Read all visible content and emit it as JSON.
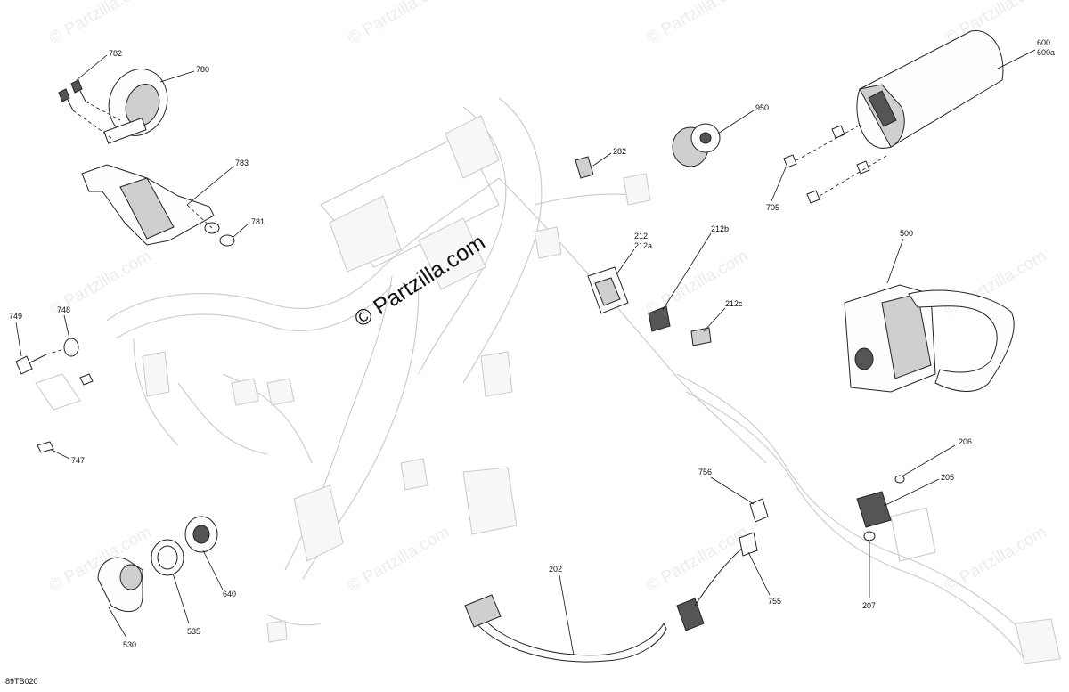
{
  "watermarks": {
    "center": "© Partzilla.com",
    "repeat": "© Partzilla.com"
  },
  "reference_code": "89TB020",
  "callouts": {
    "c782": "782",
    "c780": "780",
    "c783": "783",
    "c781": "781",
    "c749": "749",
    "c748": "748",
    "c747": "747",
    "c282": "282",
    "c950": "950",
    "c600": "600",
    "c600a": "600a",
    "c705": "705",
    "c212": "212",
    "c212a": "212a",
    "c212b": "212b",
    "c212c": "212c",
    "c500": "500",
    "c206": "206",
    "c205": "205",
    "c207": "207",
    "c756": "756",
    "c755": "755",
    "c202": "202",
    "c640": "640",
    "c535": "535",
    "c530": "530"
  }
}
